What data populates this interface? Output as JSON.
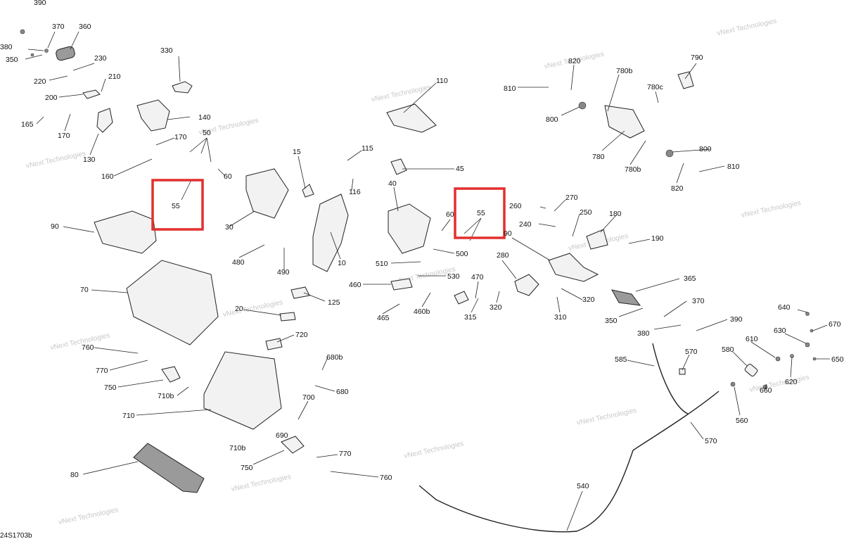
{
  "diagram": {
    "drawing_code": "24S1703b",
    "watermark_text": "vNext Technologies",
    "highlight_color": "#e32f2f",
    "highlighted_callout": "55"
  },
  "callouts": [
    {
      "label": "390"
    },
    {
      "label": "370"
    },
    {
      "label": "360"
    },
    {
      "label": "380"
    },
    {
      "label": "350"
    },
    {
      "label": "230"
    },
    {
      "label": "220"
    },
    {
      "label": "210"
    },
    {
      "label": "200"
    },
    {
      "label": "165"
    },
    {
      "label": "170"
    },
    {
      "label": "130"
    },
    {
      "label": "330"
    },
    {
      "label": "140"
    },
    {
      "label": "170"
    },
    {
      "label": "50"
    },
    {
      "label": "160"
    },
    {
      "label": "60"
    },
    {
      "label": "55"
    },
    {
      "label": "30"
    },
    {
      "label": "90"
    },
    {
      "label": "70"
    },
    {
      "label": "15"
    },
    {
      "label": "115"
    },
    {
      "label": "116"
    },
    {
      "label": "110"
    },
    {
      "label": "45"
    },
    {
      "label": "40"
    },
    {
      "label": "10"
    },
    {
      "label": "480"
    },
    {
      "label": "490"
    },
    {
      "label": "20"
    },
    {
      "label": "125"
    },
    {
      "label": "720"
    },
    {
      "label": "760"
    },
    {
      "label": "770"
    },
    {
      "label": "750"
    },
    {
      "label": "710b"
    },
    {
      "label": "710"
    },
    {
      "label": "80"
    },
    {
      "label": "680b"
    },
    {
      "label": "680"
    },
    {
      "label": "700"
    },
    {
      "label": "690"
    },
    {
      "label": "710b"
    },
    {
      "label": "750"
    },
    {
      "label": "770"
    },
    {
      "label": "760"
    },
    {
      "label": "60"
    },
    {
      "label": "55"
    },
    {
      "label": "500"
    },
    {
      "label": "510"
    },
    {
      "label": "530"
    },
    {
      "label": "460"
    },
    {
      "label": "465"
    },
    {
      "label": "460b"
    },
    {
      "label": "470"
    },
    {
      "label": "315"
    },
    {
      "label": "320"
    },
    {
      "label": "280"
    },
    {
      "label": "90"
    },
    {
      "label": "260"
    },
    {
      "label": "270"
    },
    {
      "label": "250"
    },
    {
      "label": "240"
    },
    {
      "label": "180"
    },
    {
      "label": "190"
    },
    {
      "label": "320"
    },
    {
      "label": "310"
    },
    {
      "label": "365"
    },
    {
      "label": "370"
    },
    {
      "label": "350"
    },
    {
      "label": "390"
    },
    {
      "label": "380"
    },
    {
      "label": "820"
    },
    {
      "label": "810"
    },
    {
      "label": "780b"
    },
    {
      "label": "790"
    },
    {
      "label": "780c"
    },
    {
      "label": "800"
    },
    {
      "label": "780"
    },
    {
      "label": "780b"
    },
    {
      "label": "800"
    },
    {
      "label": "810"
    },
    {
      "label": "820"
    },
    {
      "label": "585"
    },
    {
      "label": "570"
    },
    {
      "label": "580"
    },
    {
      "label": "610"
    },
    {
      "label": "620"
    },
    {
      "label": "630"
    },
    {
      "label": "640"
    },
    {
      "label": "670"
    },
    {
      "label": "650"
    },
    {
      "label": "660"
    },
    {
      "label": "560"
    },
    {
      "label": "570"
    },
    {
      "label": "540"
    }
  ]
}
